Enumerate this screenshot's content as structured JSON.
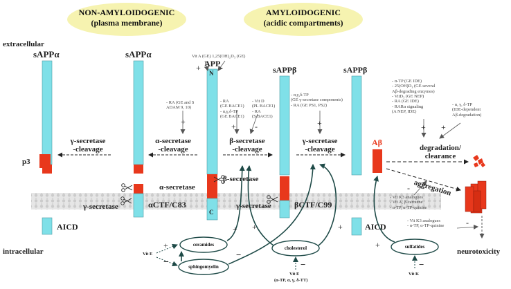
{
  "headers": {
    "non_amyloidogenic_title": "NON-AMYLOIDOGENIC",
    "non_amyloidogenic_sub": "(plasma membrane)",
    "amyloidogenic_title": "AMYLOIDOGENIC",
    "amyloidogenic_sub": "(acidic compartments)"
  },
  "compartments": {
    "extracellular": "extracellular",
    "intracellular": "intracellular"
  },
  "fragments": {
    "sapp_alpha_1": "sAPPα",
    "sapp_alpha_2": "sAPPα",
    "app": "APP",
    "sapp_beta_1": "sAPPβ",
    "sapp_beta_2": "sAPPβ",
    "p3": "p3",
    "abeta": "Aβ",
    "n_term": "N",
    "c_term": "C",
    "actf": "αCTF/C83",
    "bctf": "βCTF/C99",
    "aicd_1": "AICD",
    "aicd_2": "AICD"
  },
  "processes": {
    "gamma_cleavage_1_a": "γ-secretase",
    "gamma_cleavage_1_b": "-cleavage",
    "alpha_cleavage_a": "α-secretase",
    "alpha_cleavage_b": "-cleavage",
    "beta_cleavage_a": "β-secretase",
    "beta_cleavage_b": "-cleavage",
    "gamma_cleavage_2_a": "γ-secretase",
    "gamma_cleavage_2_b": "-cleavage",
    "degradation_a": "degradation/",
    "degradation_b": "clearance",
    "aggregation": "aggregation",
    "neurotoxicity": "neurotoxicity"
  },
  "enzymes": {
    "alpha_secretase": "α-secretase",
    "beta_secretase": "β-secretase",
    "gamma_secretase_left": "γ-secretase",
    "gamma_secretase_mid": "γ-secretase"
  },
  "lipids": {
    "ceramides": "ceramides",
    "sphingomyelin": "sphingomyelin",
    "cholesterol": "cholesterol",
    "sulfatides": "sulfatides"
  },
  "vitamins": {
    "vit_e_left": "Vit E",
    "vit_e_bottom_a": "Vit E",
    "vit_e_bottom_b": "(α-TP, α, γ, δ-TT)",
    "vit_k": "Vit K"
  },
  "annotations": {
    "app_reg": "Vit A (GE)   1,25(OH)₂D₃ (GE)",
    "alpha_reg": [
      "- RA (GE and S",
      "ADAM 9, 10)"
    ],
    "beta_reg_left": [
      "- RA",
      "(GE BACE1)",
      "- α,γ,δ-TP",
      "(GE BACE1)"
    ],
    "beta_reg_right": [
      "- Vit D",
      "(PL BACE1)",
      "- RA",
      "(S BACE1)"
    ],
    "gamma_reg": [
      "- α,γ,δ-TP",
      "(GE γ-secretase components)",
      "- RA (GE PS1, PS2)"
    ],
    "degr_reg_left": [
      "- α-TP (GE IDE)",
      "- 25(OH)D₃ (GE several",
      "  Aβ-degrading enzymes)",
      "- VitD₃ (GE NEP)",
      "- RA (GE IDE)",
      "- RARα signaling",
      "  (A NEP, IDE)"
    ],
    "degr_reg_right": [
      "- α, γ, δ-TP",
      "  (IDE-dependent",
      "  Aβ-degradation)"
    ],
    "aggr_reg": [
      "- Vit K3 analogues",
      "- Vit A, β-carotene",
      "- α-TP, α-TP-quinine"
    ],
    "tox_reg": [
      "- Vit K3 analogues",
      "- α-TP, α-TP-quinine"
    ]
  },
  "signs": {
    "plus": "+",
    "minus": "-",
    "minus_bold": "−"
  },
  "colors": {
    "fragment_fill": "#7fe0e8",
    "abeta_fill": "#e8381c",
    "header_fill": "#f6f3b0",
    "arrow_color": "#1e4a47",
    "membrane": "#c8c8c8"
  }
}
